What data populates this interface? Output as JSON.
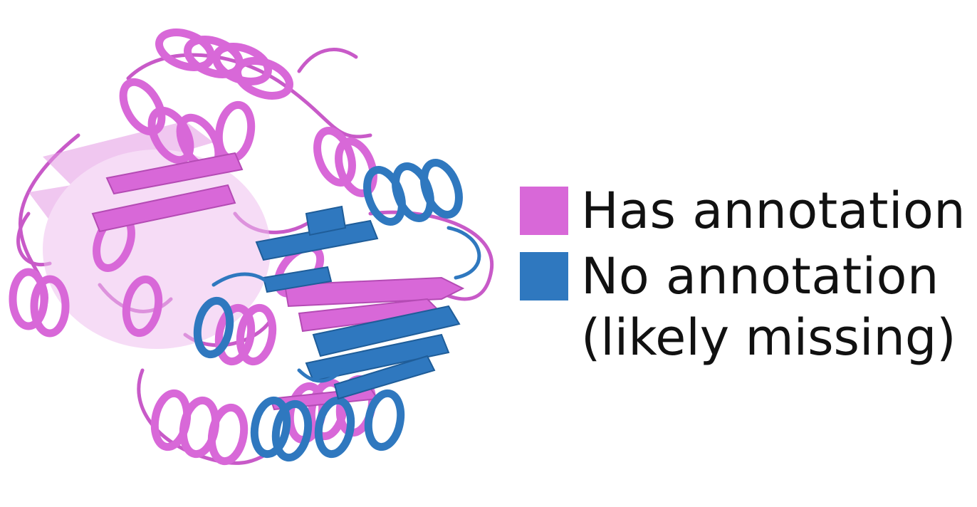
{
  "colors": {
    "annotated": "#d868d8",
    "annotated_shadow": "#b44bb4",
    "annotated_light": "#e49ae4",
    "not_annotated": "#2f78bf",
    "not_annotated_shadow": "#1f5d99"
  },
  "legend": {
    "has_label": "Has annotation",
    "no_label": "No annotation",
    "no_label_line2": "(likely missing)"
  }
}
